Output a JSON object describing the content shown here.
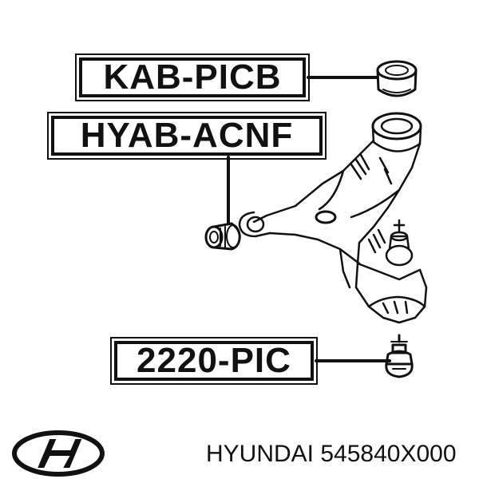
{
  "labels": {
    "upper_bushing": "KAB-PICB",
    "front_bushing": "HYAB-ACNF",
    "ball_joint": "2220-PIC"
  },
  "footer": {
    "brand": "HYUNDAI",
    "part_number": "545840X000",
    "brand_line": "HYUNDAI 545840X000"
  },
  "colors": {
    "line": "#111111",
    "background": "#ffffff"
  }
}
